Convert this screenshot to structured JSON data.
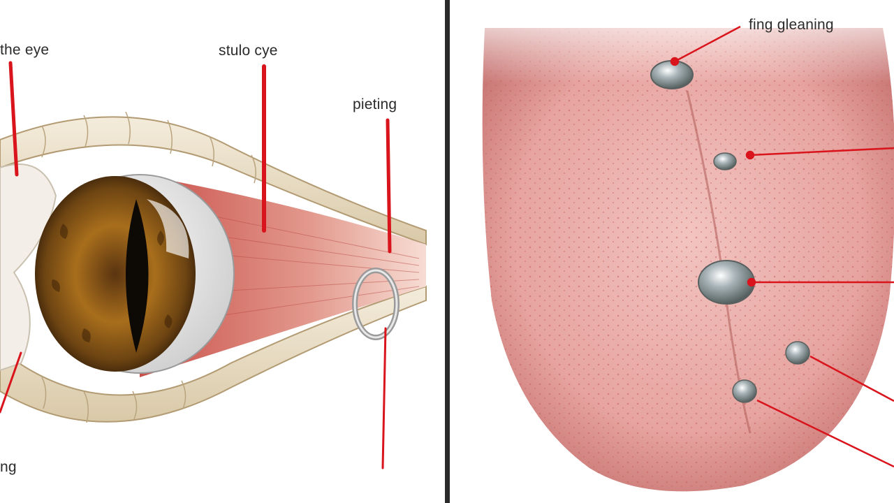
{
  "left_panel": {
    "labels": {
      "top_left": "the eye",
      "top_center": "stulo cye",
      "top_right": "pieting",
      "bottom_left": "ng"
    }
  },
  "right_panel": {
    "labels": {
      "top": "fing gleaning"
    }
  },
  "colors": {
    "leader_line": "#d9141c",
    "tongue_base": "#e7a4a0",
    "iris": "#a86e1c",
    "divider": "#2a2a2a"
  }
}
